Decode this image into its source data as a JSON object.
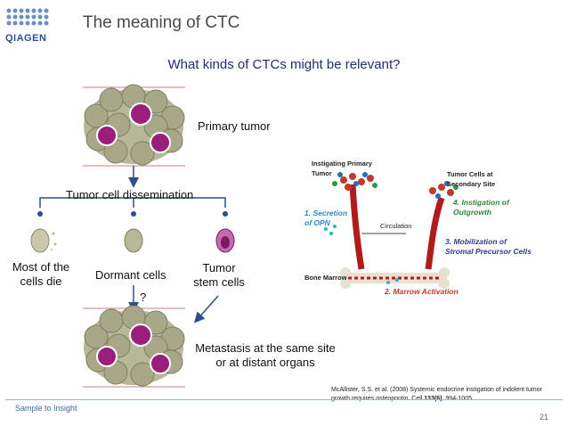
{
  "slide": {
    "title": "The meaning of CTC",
    "subtitle": "What kinds of CTCs might be relevant?",
    "footer": "Sample to Insight",
    "page_number": "21",
    "logo": "QIAGEN"
  },
  "diagram": {
    "primary_tumor": "Primary tumor",
    "dissemination": "Tumor cell dissemination",
    "most_die_line1": "Most of the",
    "most_die_line2": "cells die",
    "dormant": "Dormant cells",
    "stem_line1": "Tumor",
    "stem_line2": "stem cells",
    "question": "?",
    "metastasis_line1": "Metastasis at the same site",
    "metastasis_line2": "or at distant organs"
  },
  "inset": {
    "instigating_line1": "Instigating Primary",
    "instigating_line2": "Tumor",
    "secretion_line1": "1. Secretion",
    "secretion_line2": "of OPN",
    "circulation": "Circulation",
    "secondary_line1": "Tumor Cells at",
    "secondary_line2": "Secondary Site",
    "instigation_line1": "4. Instigation of",
    "instigation_line2": "Outgrowth",
    "mobilization_line1": "3. Mobilization of",
    "mobilization_line2": "Stromal Precursor Cells",
    "bone_marrow": "Bone Marrow",
    "marrow_activation": "2. Marrow Activation"
  },
  "citation": {
    "line1": "McAllister, S.S. et al. (2008) Systemic endocrine instigation of indolent tumor",
    "line2_pre": "growth requires osteopontin. Cell ",
    "line2_bold": "133(6)",
    "line2_post": ", 994-1005."
  },
  "colors": {
    "title": "#4a4a4a",
    "subtitle": "#1f2f6e",
    "brand": "#2b4f8f",
    "tumor_cell": "#b7b79a",
    "stem_cell": "#9b1f7a",
    "arrow": "#2a4f8a"
  }
}
